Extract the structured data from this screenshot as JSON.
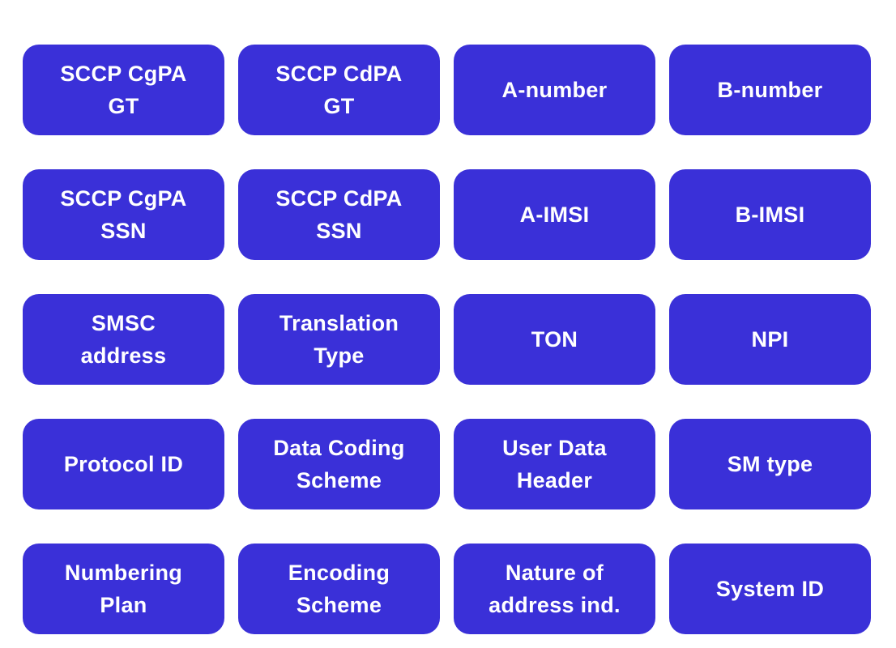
{
  "page": {
    "background_color": "#ffffff"
  },
  "grid": {
    "columns": 4,
    "rows": 5,
    "tile_color": "#3a30d8",
    "tile_text_color": "#ffffff",
    "tiles": [
      {
        "label": "SCCP CgPA\nGT"
      },
      {
        "label": "SCCP CdPA\nGT"
      },
      {
        "label": "A-number"
      },
      {
        "label": "B-number"
      },
      {
        "label": "SCCP CgPA\nSSN"
      },
      {
        "label": "SCCP CdPA\nSSN"
      },
      {
        "label": "A-IMSI"
      },
      {
        "label": "B-IMSI"
      },
      {
        "label": "SMSC\naddress"
      },
      {
        "label": "Translation\nType"
      },
      {
        "label": "TON"
      },
      {
        "label": "NPI"
      },
      {
        "label": "Protocol ID"
      },
      {
        "label": "Data Coding\nScheme"
      },
      {
        "label": "User Data\nHeader"
      },
      {
        "label": "SM type"
      },
      {
        "label": "Numbering\nPlan"
      },
      {
        "label": "Encoding\nScheme"
      },
      {
        "label": "Nature of\naddress ind."
      },
      {
        "label": "System ID"
      }
    ]
  }
}
